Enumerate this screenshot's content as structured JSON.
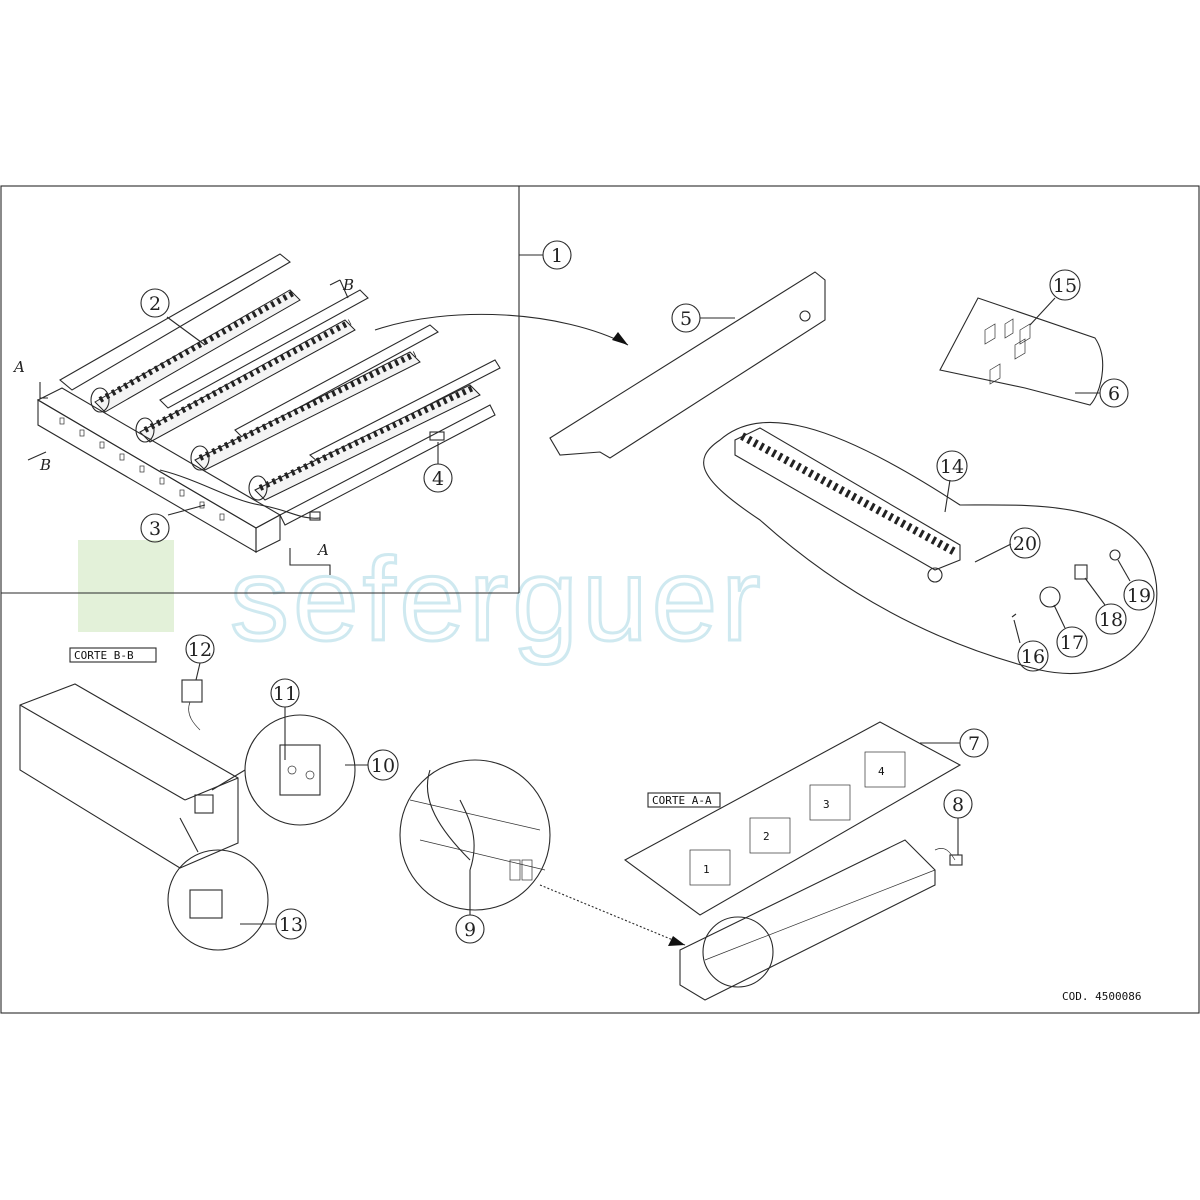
{
  "watermark": {
    "text": "seferguer"
  },
  "code": "COD. 4500086",
  "section_labels": {
    "b": "CORTE B-B",
    "a": "CORTE A-A"
  },
  "section_letters": {
    "a_top": "A",
    "a_bottom": "A",
    "b_top": "B",
    "b_bottom": "B"
  },
  "callouts": [
    {
      "id": "1",
      "label": "1"
    },
    {
      "id": "2",
      "label": "2"
    },
    {
      "id": "3",
      "label": "3"
    },
    {
      "id": "4",
      "label": "4"
    },
    {
      "id": "5",
      "label": "5"
    },
    {
      "id": "6",
      "label": "6"
    },
    {
      "id": "7",
      "label": "7"
    },
    {
      "id": "8",
      "label": "8"
    },
    {
      "id": "9",
      "label": "9"
    },
    {
      "id": "10",
      "label": "10"
    },
    {
      "id": "11",
      "label": "11"
    },
    {
      "id": "12",
      "label": "12"
    },
    {
      "id": "13",
      "label": "13"
    },
    {
      "id": "14",
      "label": "14"
    },
    {
      "id": "15",
      "label": "15"
    },
    {
      "id": "16",
      "label": "16"
    },
    {
      "id": "17",
      "label": "17"
    },
    {
      "id": "18",
      "label": "18"
    },
    {
      "id": "19",
      "label": "19"
    },
    {
      "id": "20",
      "label": "20"
    }
  ],
  "tray_numbers": [
    "1",
    "2",
    "3",
    "4"
  ]
}
